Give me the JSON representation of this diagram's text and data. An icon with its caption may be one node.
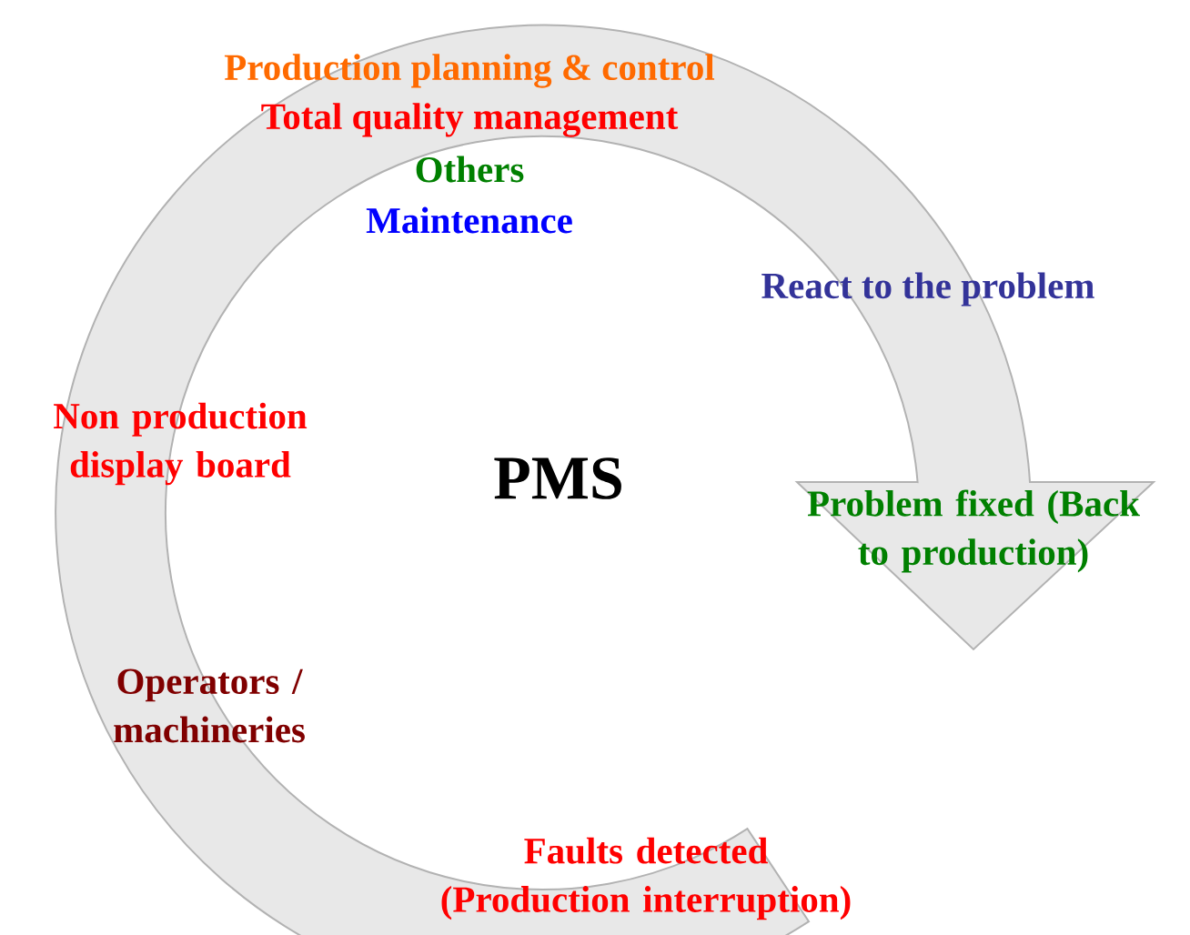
{
  "diagram": {
    "labels": [
      "Production planning & control",
      "Total quality management",
      "Others",
      "Maintenance",
      "React to the problem",
      "Non production display board",
      "PMS",
      "Problem fixed (Back to production)",
      "Operators / machineries",
      "Faults detected (Production interruption)"
    ]
  }
}
